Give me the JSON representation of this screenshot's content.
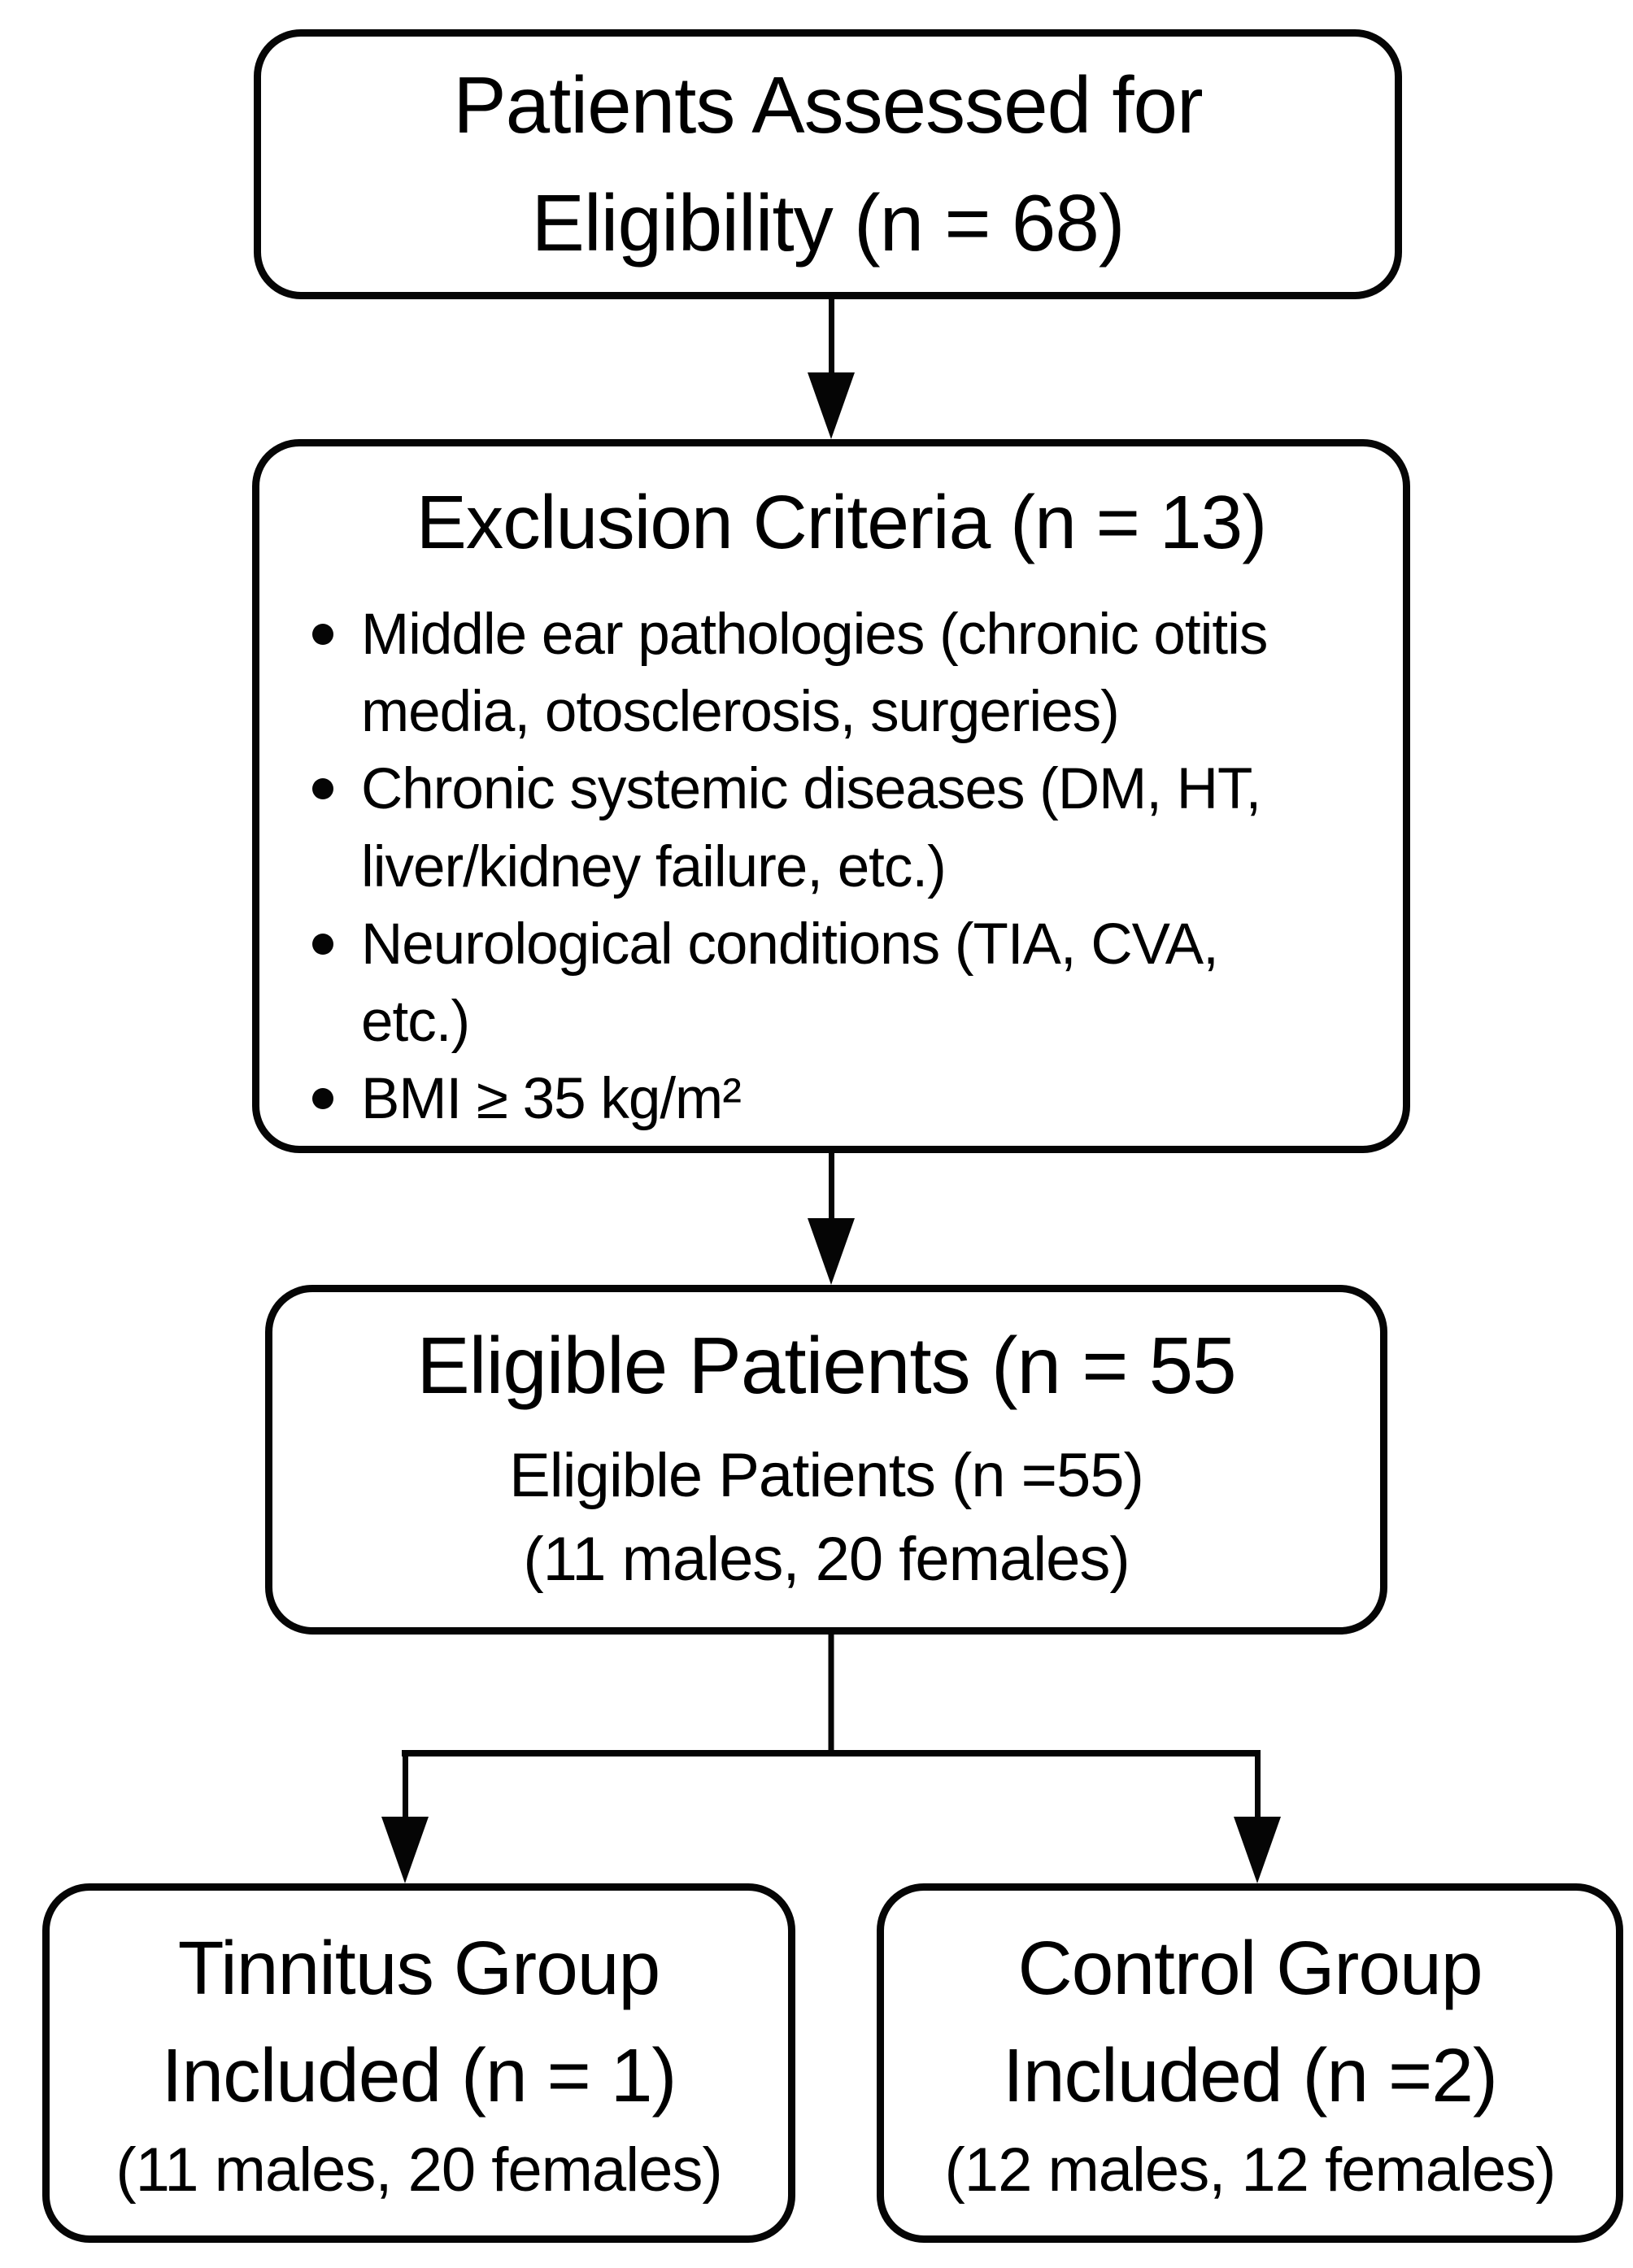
{
  "figure": {
    "background": "#ffffff",
    "line_color": "#050505",
    "type": "consort-flow-diagram"
  },
  "boxes": {
    "assessed": {
      "line1": "Patients Assessed for",
      "line2": "Eligibility (n = 68)"
    },
    "exclusion": {
      "title": "Exclusion Criteria (n = 13)",
      "bullets": [
        [
          "Middle ear pathologies (chronic otitis",
          "media, otosclerosis, surgeries)"
        ],
        [
          "Chronic systemic diseases (DM, HT,",
          "liver/kidney failure, etc.)"
        ],
        [
          "Neurological conditions (TIA, CVA,",
          "etc.)"
        ],
        [
          "BMI ≥ 35 kg/m²"
        ]
      ]
    },
    "eligible": {
      "line1": "Eligible Patients (n = 55",
      "line2": "Eligible Patients (n =55)",
      "line3": "(11 males, 20 females)"
    },
    "tinnitus": {
      "line1": "Tinnitus Group",
      "line2": "Included (n = 1)",
      "line3": "(11 males, 20 females)"
    },
    "control": {
      "line1": "Control Group",
      "line2": "Included (n =2)",
      "line3": "(12 males, 12 females)"
    }
  }
}
